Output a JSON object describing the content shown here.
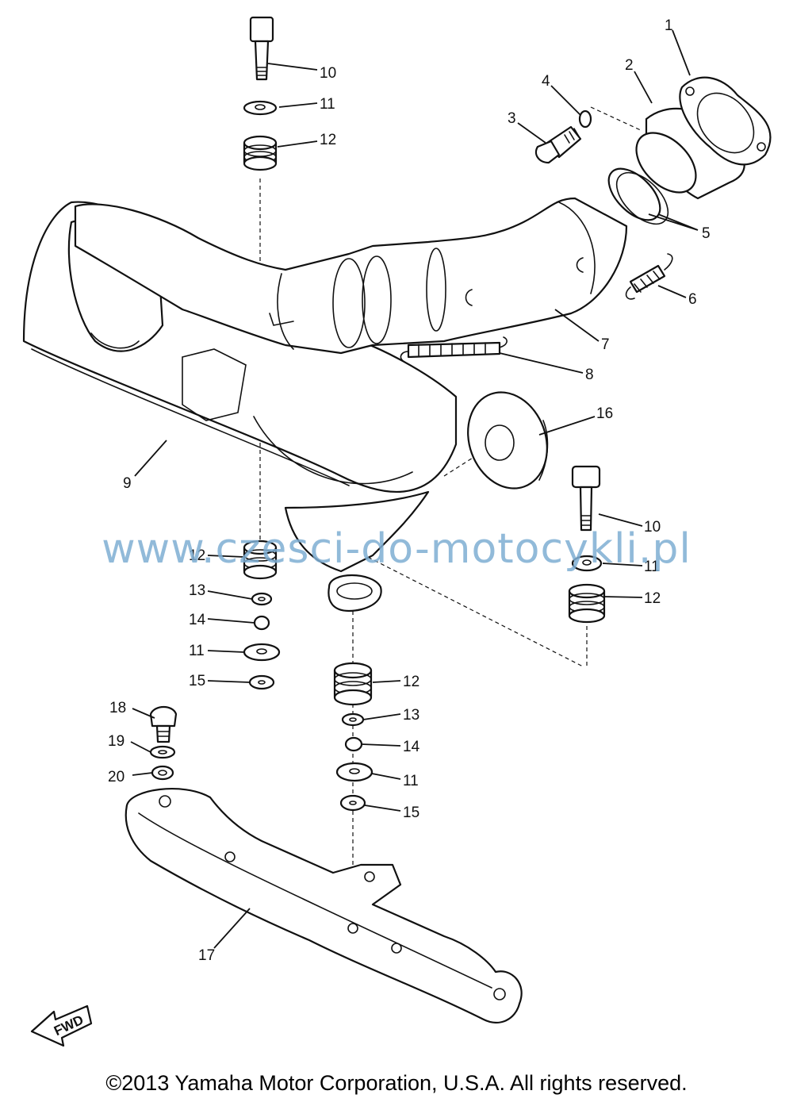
{
  "diagram": {
    "callouts": [
      {
        "id": "c1",
        "text": "1"
      },
      {
        "id": "c2",
        "text": "2"
      },
      {
        "id": "c3",
        "text": "3"
      },
      {
        "id": "c4",
        "text": "4"
      },
      {
        "id": "c5",
        "text": "5"
      },
      {
        "id": "c6",
        "text": "6"
      },
      {
        "id": "c7",
        "text": "7"
      },
      {
        "id": "c8",
        "text": "8"
      },
      {
        "id": "c9",
        "text": "9"
      },
      {
        "id": "c10a",
        "text": "10"
      },
      {
        "id": "c11a",
        "text": "11"
      },
      {
        "id": "c12a",
        "text": "12"
      },
      {
        "id": "c16",
        "text": "16"
      },
      {
        "id": "c10b",
        "text": "10"
      },
      {
        "id": "c11b",
        "text": "11"
      },
      {
        "id": "c12b",
        "text": "12"
      },
      {
        "id": "c12c",
        "text": "12"
      },
      {
        "id": "c13a",
        "text": "13"
      },
      {
        "id": "c14a",
        "text": "14"
      },
      {
        "id": "c11c",
        "text": "11"
      },
      {
        "id": "c15a",
        "text": "15"
      },
      {
        "id": "c12d",
        "text": "12"
      },
      {
        "id": "c13b",
        "text": "13"
      },
      {
        "id": "c14b",
        "text": "14"
      },
      {
        "id": "c11d",
        "text": "11"
      },
      {
        "id": "c15b",
        "text": "15"
      },
      {
        "id": "c18",
        "text": "18"
      },
      {
        "id": "c19",
        "text": "19"
      },
      {
        "id": "c20",
        "text": "20"
      },
      {
        "id": "c17",
        "text": "17"
      }
    ],
    "fwd_label": "FWD",
    "watermark": "www.czesci-do-motocykli.pl",
    "copyright": "©2013 Yamaha Motor Corporation, U.S.A. All rights reserved."
  }
}
